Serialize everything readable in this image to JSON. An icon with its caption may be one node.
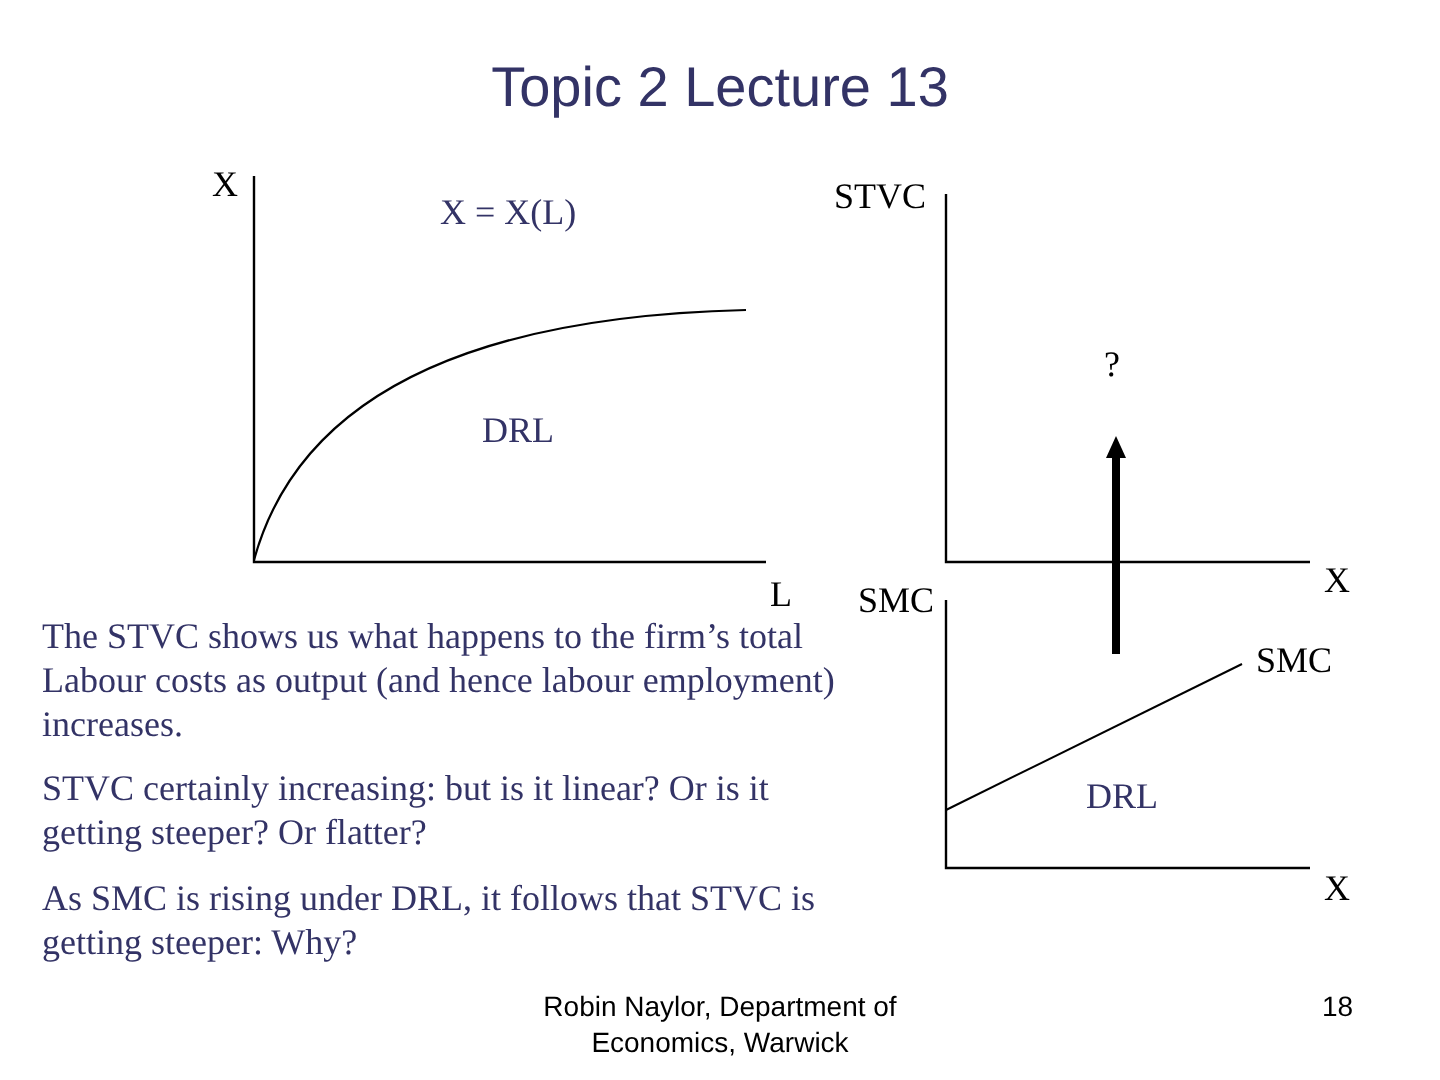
{
  "diagram": {
    "title": "Topic 2 Lecture 13",
    "labels": [
      "X",
      "STVC",
      "X = X(L)",
      "?",
      "DRL",
      "X",
      "L",
      "SMC",
      "The STVC shows us what happens to the firm’s total Labour costs as output (and hence labour employment) increases.",
      "SMC",
      "STVC certainly increasing: but is it linear? Or is it getting steeper? Or flatter?",
      "DRL",
      "X",
      "As SMC is rising under DRL, it follows that STVC is getting steeper: Why?",
      "Robin Naylor, Department of Economics, Warwick",
      "18"
    ]
  }
}
